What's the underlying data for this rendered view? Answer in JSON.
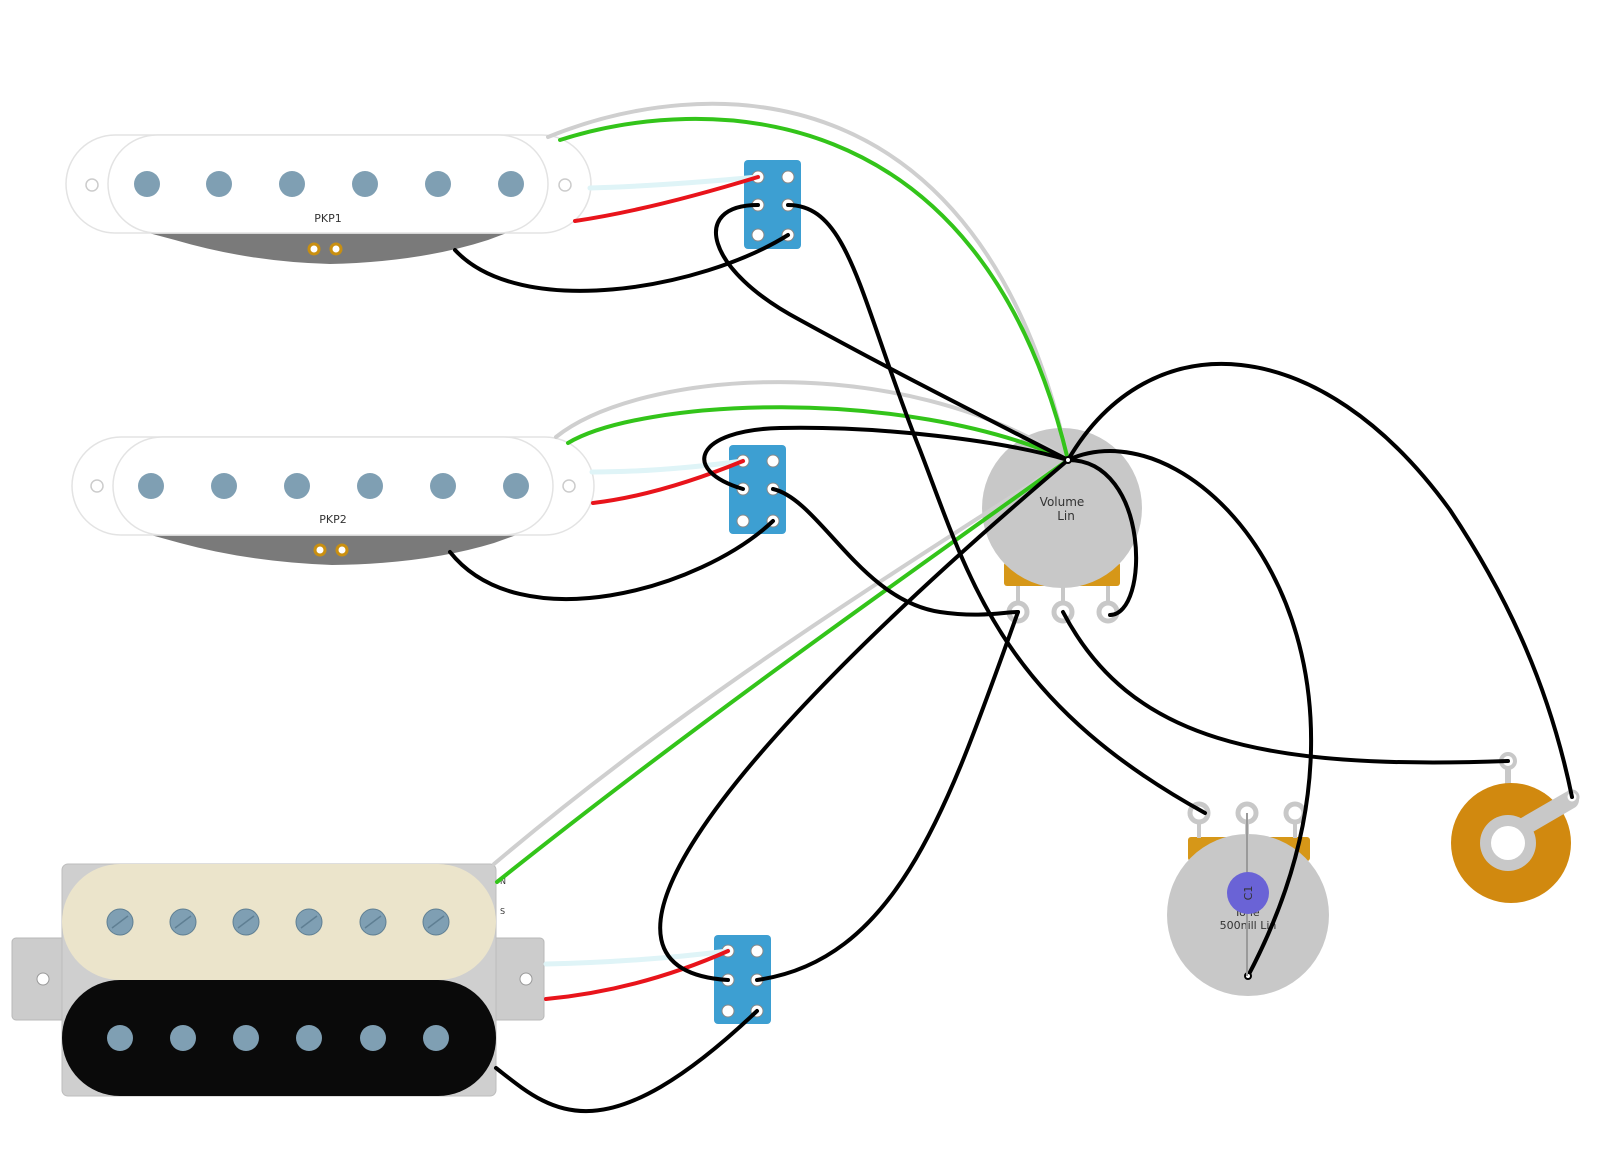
{
  "pickups": {
    "pkp1": {
      "label": "PKP1"
    },
    "pkp2": {
      "label": "PKP2"
    },
    "humbucker": {
      "north_mark": "N",
      "south_mark": "S"
    }
  },
  "pots": {
    "volume": {
      "name": "Volume",
      "taper": "Lin"
    },
    "tone": {
      "name": "Tone",
      "value": "500n",
      "taper": "Lin",
      "overlap": "ill",
      "cap_label": "C1"
    }
  },
  "colors": {
    "wire_black": "#000000",
    "wire_green": "#33c41a",
    "wire_gray": "#cfcfcf",
    "wire_red": "#e8141b",
    "wire_white": "#dff4f7",
    "switch_blue": "#3d9fd2",
    "pot_body": "#c8c8c8",
    "pot_tab": "#d69718",
    "jack_orange": "#d1890f",
    "pole_piece": "#7f9fb3",
    "cap_blue": "#6a63d6"
  },
  "components": {
    "switches": [
      "dpdt-switch-1",
      "dpdt-switch-2",
      "dpdt-switch-3"
    ],
    "jack": "output-jack"
  }
}
